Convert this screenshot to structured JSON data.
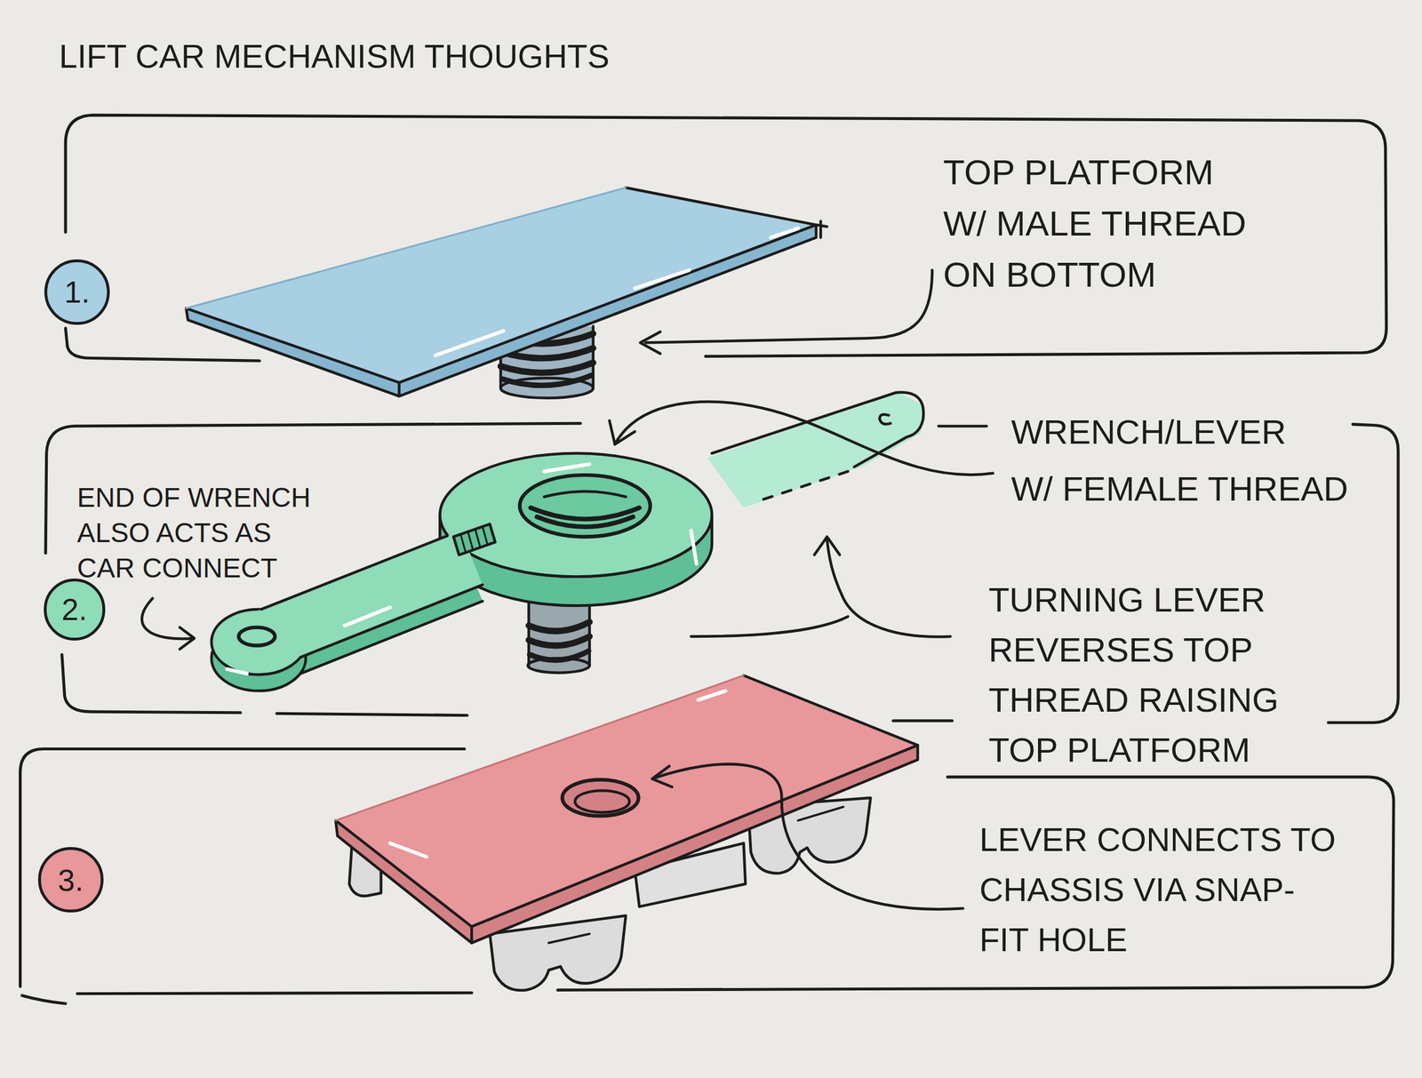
{
  "diagram": {
    "title": "LIFT CAR MECHANISM THOUGHTS",
    "nodes": [
      {
        "text": [
          "1."
        ]
      },
      {
        "text": [
          "2."
        ]
      },
      {
        "text": [
          "3."
        ]
      }
    ],
    "labels": [
      "TOP PLATFORM W/ MALE THREAD ON BOTTOM",
      "WRENCH/LEVER W/ FEMALE THREAD",
      "END OF WRENCH ALSO ACTS AS CAR CONNECT",
      "TURNING LEVER REVERSES TOP THREAD RAISING TOP PLATFORM",
      "LEVER CONNECTS TO CHASSIS VIA SNAP-FIT HOLE"
    ]
  }
}
